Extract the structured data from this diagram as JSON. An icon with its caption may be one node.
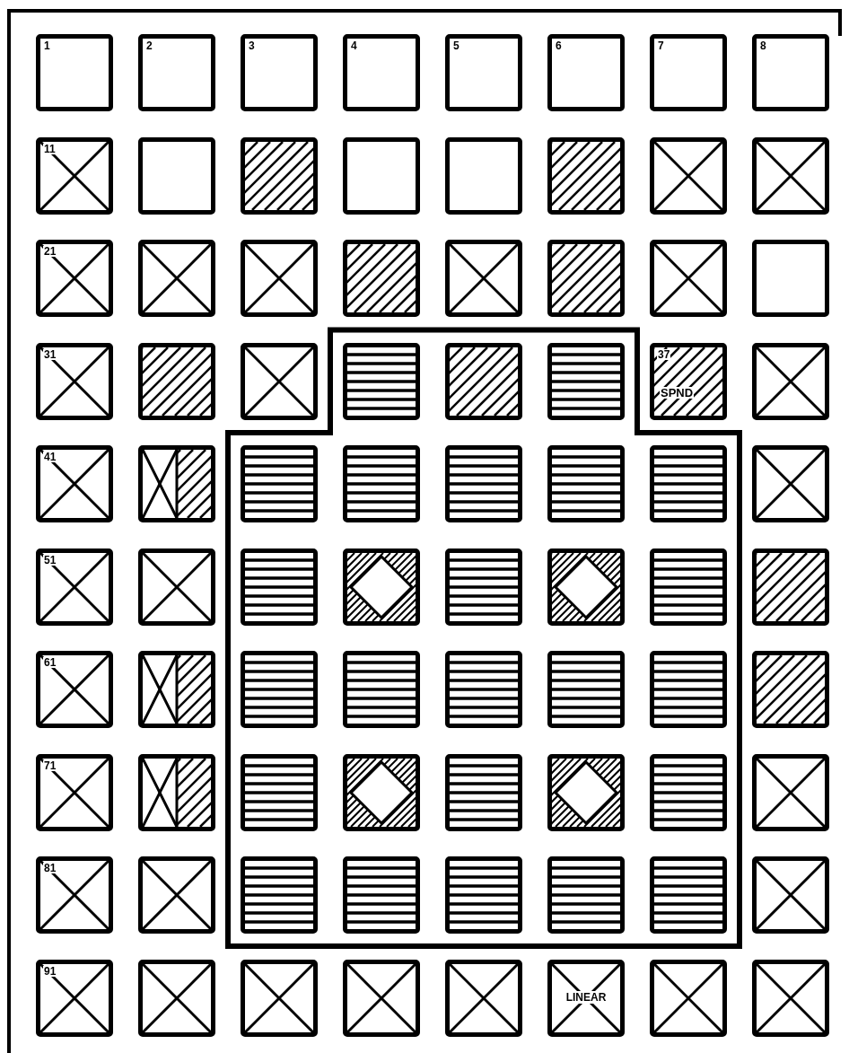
{
  "diagram": {
    "nodes": [
      {
        "text": [
          "1"
        ]
      },
      {
        "text": [
          "2"
        ]
      },
      {
        "text": [
          "3"
        ]
      },
      {
        "text": [
          "4"
        ]
      },
      {
        "text": [
          "5"
        ]
      },
      {
        "text": [
          "6"
        ]
      },
      {
        "text": [
          "7"
        ]
      },
      {
        "text": [
          "8"
        ]
      },
      {
        "text": [
          "11"
        ]
      },
      {
        "text": [],
        "shape": "box"
      },
      {
        "text": [],
        "shape": "box"
      },
      {
        "text": [],
        "shape": "box"
      },
      {
        "text": [],
        "shape": "box"
      },
      {
        "text": [],
        "shape": "box"
      },
      {
        "text": [],
        "shape": "box"
      },
      {
        "text": [],
        "shape": "box"
      },
      {
        "text": [
          "21"
        ]
      },
      {
        "text": [],
        "shape": "box"
      },
      {
        "text": [],
        "shape": "box"
      },
      {
        "text": [],
        "shape": "box"
      },
      {
        "text": [],
        "shape": "box"
      },
      {
        "text": [],
        "shape": "box"
      },
      {
        "text": [],
        "shape": "box"
      },
      {
        "text": [],
        "shape": "box"
      },
      {
        "text": [
          "31"
        ]
      },
      {
        "text": [],
        "shape": "box"
      },
      {
        "text": [],
        "shape": "box"
      },
      {
        "text": [],
        "shape": "box"
      },
      {
        "text": [],
        "shape": "box"
      },
      {
        "text": [],
        "shape": "box"
      },
      {
        "text": [
          "37",
          "SPND"
        ]
      },
      {
        "text": [],
        "shape": "box"
      },
      {
        "text": [
          "41"
        ]
      },
      {
        "text": [],
        "shape": "box"
      },
      {
        "text": [],
        "shape": "box"
      },
      {
        "text": [],
        "shape": "box"
      },
      {
        "text": [],
        "shape": "box"
      },
      {
        "text": [],
        "shape": "box"
      },
      {
        "text": [],
        "shape": "box"
      },
      {
        "text": [],
        "shape": "box"
      },
      {
        "text": [
          "51"
        ]
      },
      {
        "text": [],
        "shape": "box"
      },
      {
        "text": [],
        "shape": "box"
      },
      {
        "text": [],
        "shape": "box"
      },
      {
        "text": [],
        "shape": "box"
      },
      {
        "text": [],
        "shape": "box"
      },
      {
        "text": [],
        "shape": "box"
      },
      {
        "text": [],
        "shape": "box"
      },
      {
        "text": [
          "61"
        ]
      },
      {
        "text": [],
        "shape": "box"
      },
      {
        "text": [],
        "shape": "box"
      },
      {
        "text": [],
        "shape": "box"
      },
      {
        "text": [],
        "shape": "box"
      },
      {
        "text": [],
        "shape": "box"
      },
      {
        "text": [],
        "shape": "box"
      },
      {
        "text": [],
        "shape": "box"
      },
      {
        "text": [
          "71"
        ]
      },
      {
        "text": [],
        "shape": "box"
      },
      {
        "text": [],
        "shape": "box"
      },
      {
        "text": [],
        "shape": "box"
      },
      {
        "text": [],
        "shape": "box"
      },
      {
        "text": [],
        "shape": "box"
      },
      {
        "text": [],
        "shape": "box"
      },
      {
        "text": [],
        "shape": "box"
      },
      {
        "text": [
          "81"
        ]
      },
      {
        "text": [],
        "shape": "box"
      },
      {
        "text": [],
        "shape": "box"
      },
      {
        "text": [],
        "shape": "box"
      },
      {
        "text": [],
        "shape": "box"
      },
      {
        "text": [],
        "shape": "box"
      },
      {
        "text": [],
        "shape": "box"
      },
      {
        "text": [],
        "shape": "box"
      },
      {
        "text": [
          "91"
        ]
      },
      {
        "text": [],
        "shape": "box"
      },
      {
        "text": [],
        "shape": "box"
      },
      {
        "text": [],
        "shape": "box"
      },
      {
        "text": [],
        "shape": "box"
      },
      {
        "text": [
          "LINEAR"
        ]
      },
      {
        "text": [],
        "shape": "box"
      },
      {
        "text": [],
        "shape": "box"
      }
    ]
  }
}
